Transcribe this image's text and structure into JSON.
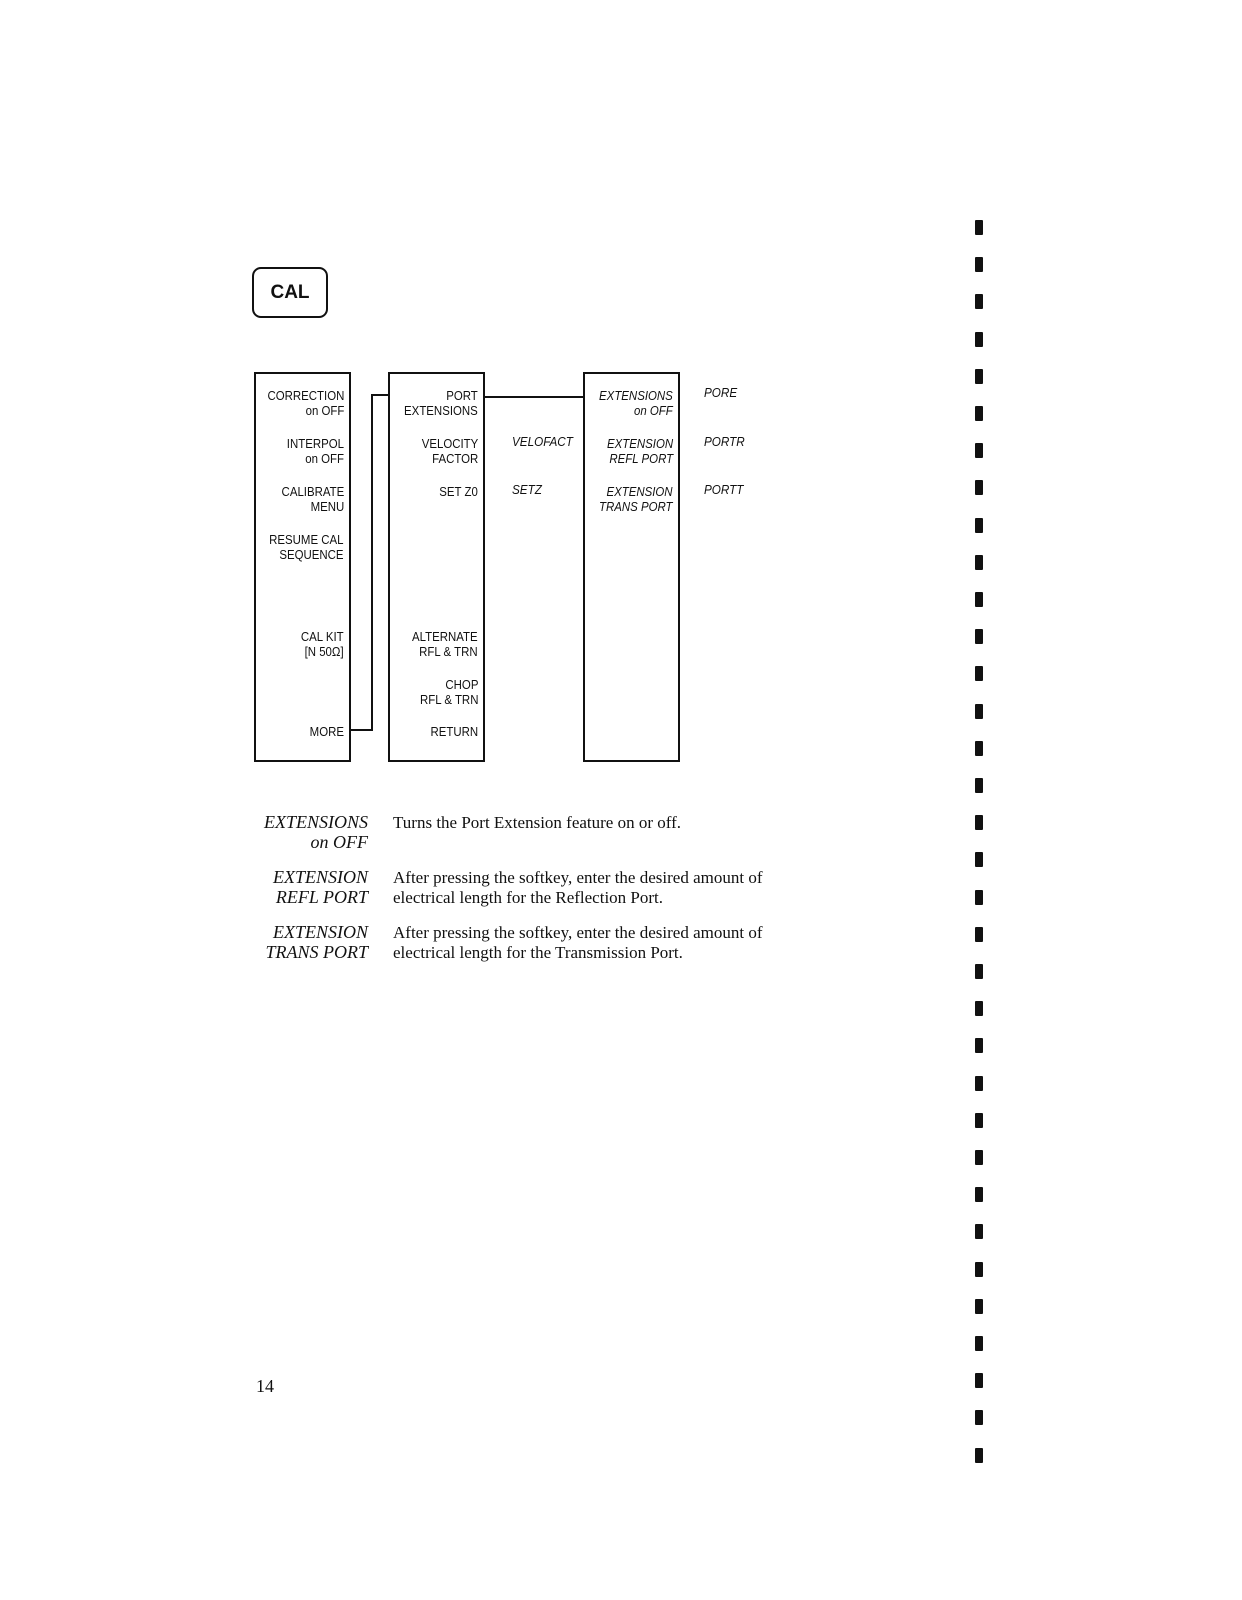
{
  "hardkey": {
    "label": "CAL"
  },
  "menu_main": {
    "correction": [
      "CORRECTION",
      "on OFF"
    ],
    "interpol": [
      "INTERPOL",
      "on OFF"
    ],
    "calibrate": [
      "CALIBRATE",
      "MENU"
    ],
    "resume": [
      "RESUME CAL",
      "SEQUENCE"
    ],
    "calkit": [
      "CAL KIT",
      "[N 50Ω]"
    ],
    "more": [
      "MORE"
    ]
  },
  "menu_more": {
    "port_ext": [
      "PORT",
      "EXTENSIONS"
    ],
    "velocity": [
      "VELOCITY",
      "FACTOR"
    ],
    "setzo": [
      "SET Z0"
    ],
    "alternate": [
      "ALTERNATE",
      "RFL & TRN"
    ],
    "chop": [
      "CHOP",
      "RFL & TRN"
    ],
    "return": [
      "RETURN"
    ]
  },
  "mnemonics_more": {
    "velocity": "VELOFACT",
    "setzo": "SETZ"
  },
  "menu_extensions": {
    "ext_onoff": [
      "EXTENSIONS",
      "on OFF"
    ],
    "ext_refl": [
      "EXTENSION",
      "REFL PORT"
    ],
    "ext_trans": [
      "EXTENSION",
      "TRANS PORT"
    ]
  },
  "mnemonics_extensions": {
    "ext_onoff": "PORE",
    "ext_refl": "PORTR",
    "ext_trans": "PORTT"
  },
  "descriptions": [
    {
      "term": [
        "EXTENSIONS",
        "on OFF"
      ],
      "text": [
        "Turns the Port Extension feature on or off."
      ]
    },
    {
      "term": [
        "EXTENSION",
        "REFL PORT"
      ],
      "text": [
        "After pressing the softkey, enter the desired amount of",
        "electrical length for the Reflection Port."
      ]
    },
    {
      "term": [
        "EXTENSION",
        "TRANS PORT"
      ],
      "text": [
        "After pressing the softkey, enter the desired amount of",
        "electrical length for the Transmission Port."
      ]
    }
  ],
  "page_number": "14"
}
